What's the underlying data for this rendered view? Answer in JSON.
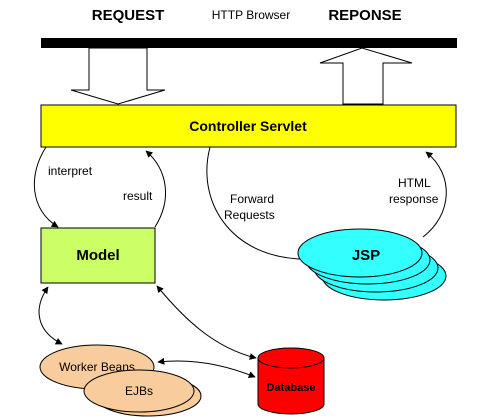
{
  "header": {
    "request_label": "REQUEST",
    "browser_label": "HTTP Browser",
    "response_label": "REPONSE"
  },
  "controller": {
    "label": "Controller Servlet"
  },
  "model": {
    "label": "Model"
  },
  "jsp": {
    "label": "JSP"
  },
  "workers": {
    "worker_beans_label": "Worker Beans",
    "ejbs_label": "EJBs"
  },
  "database": {
    "label": "Database"
  },
  "edges": {
    "interpret": "interpret",
    "result": "result",
    "forward_line1": "Forward",
    "forward_line2": "Requests",
    "html_line1": "HTML",
    "html_line2": "response"
  },
  "colors": {
    "controller_fill": "#ffff00",
    "model_fill": "#ccff66",
    "jsp_fill": "#33ffff",
    "worker_fill": "#f8cc9c",
    "database_fill": "#ff0000",
    "browser_bar": "#000000"
  }
}
